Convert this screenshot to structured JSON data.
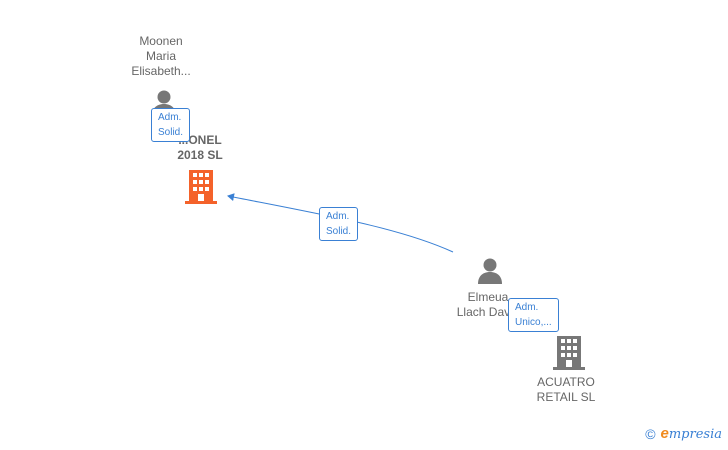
{
  "nodes": {
    "person_moonen": {
      "label": "Moonen\nMaria\nElisabeth..."
    },
    "company_main": {
      "label": "...ONEL\n2018  SL",
      "color": "#f4622a"
    },
    "person_elmeua": {
      "label": "Elmeua\nLlach Dav..."
    },
    "company_acuatro": {
      "label": "ACUATRO\nRETAIL  SL",
      "color": "#666666"
    }
  },
  "edges": {
    "moonen_to_main": {
      "role": "Adm.\nSolid."
    },
    "elmeua_to_main": {
      "role": "Adm.\nSolid."
    },
    "elmeua_to_acuatro": {
      "role": "Adm.\nUnico,..."
    }
  },
  "colors": {
    "edge": "#3a80d4",
    "person": "#777777"
  },
  "footer": {
    "copyright_symbol": "©",
    "brand_initial": "e",
    "brand_rest": "mpresia"
  }
}
